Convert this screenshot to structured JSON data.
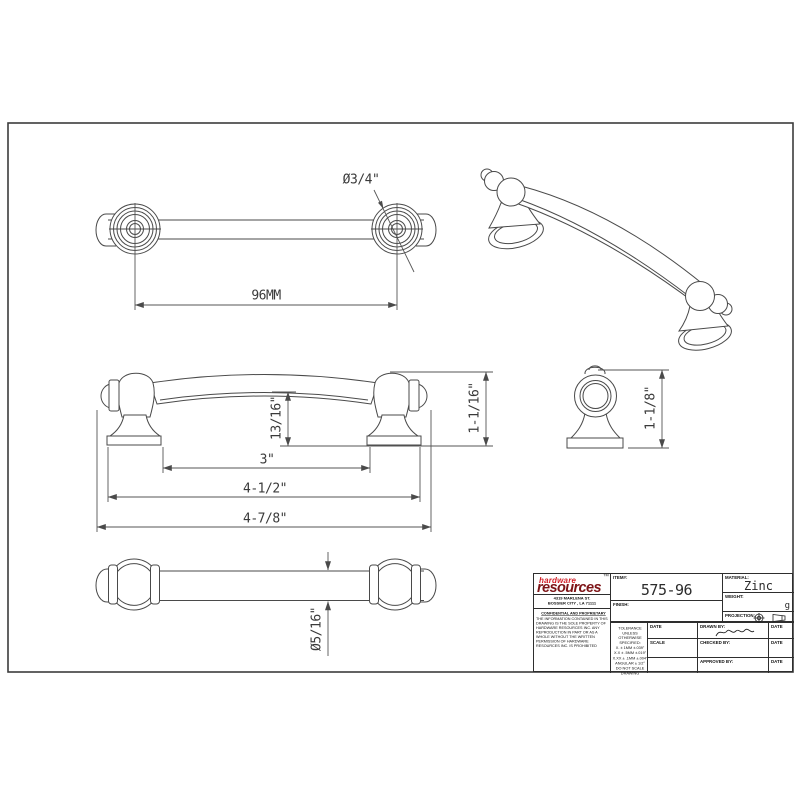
{
  "sheet": {
    "views": {
      "top_view": {
        "center_distance": "96MM",
        "diameter_callout": "Ø3/4\""
      },
      "front_view": {
        "bar_clearance": "13/16\"",
        "inner_base_span": "3\"",
        "outer_base_span": "4-1/2\"",
        "overall_length": "4-7/8\"",
        "overall_height": "1-1/16\""
      },
      "side_view": {
        "overall_height": "1-1/8\""
      },
      "bottom_view": {
        "bar_diameter": "Ø5/16\""
      }
    },
    "title_block": {
      "logo": {
        "line1": "hardware",
        "line2": "resources",
        "tm": "™",
        "address1": "4319 MARLENA ST.",
        "address2": "BOSSIER CITY , LA 71111"
      },
      "confidential": {
        "heading": "CONFIDENTIAL AND PROPRIETARY",
        "body": "THE INFORMATION CONTAINED IN THIS DRAWING IS THE SOLE PROPERTY OF HARDWARE RESOURCES INC.  ANY REPRODUCTION IN PART OR AS A WHOLE WITHOUT THE WRITTEN PERMISSION OF HARDWARE RESOURCES INC. IS PROHIBITED"
      },
      "tolerance": {
        "lines": [
          "TOLERANCE UNLESS",
          "OTHERWISE SPECIFIED:",
          "X. ± 1MM  ±.039\"",
          "X.X ± .5MM  ±.019\"",
          "X.XX ± .1MM  ±.004\"",
          "ANGULAR ± 1/2°",
          "DO NOT SCALE DRAWING"
        ]
      },
      "fields": {
        "item_label": "ITEM#:",
        "item_value": "575-96",
        "finish_label": "FINISH:",
        "material_label": "MATERIAL:",
        "material_value": "Zinc",
        "weight_label": "WEIGHT:",
        "weight_value": "g",
        "projection_label": "PROJECTION:",
        "date_label": "DATE",
        "scale_label": "SCALE",
        "drawn_by_label": "DRAWN BY:",
        "checked_by_label": "CHECKED BY:",
        "approved_by_label": "APPROVED BY:",
        "date2_label": "DATE",
        "date3_label": "DATE",
        "date4_label": "DATE"
      }
    }
  }
}
